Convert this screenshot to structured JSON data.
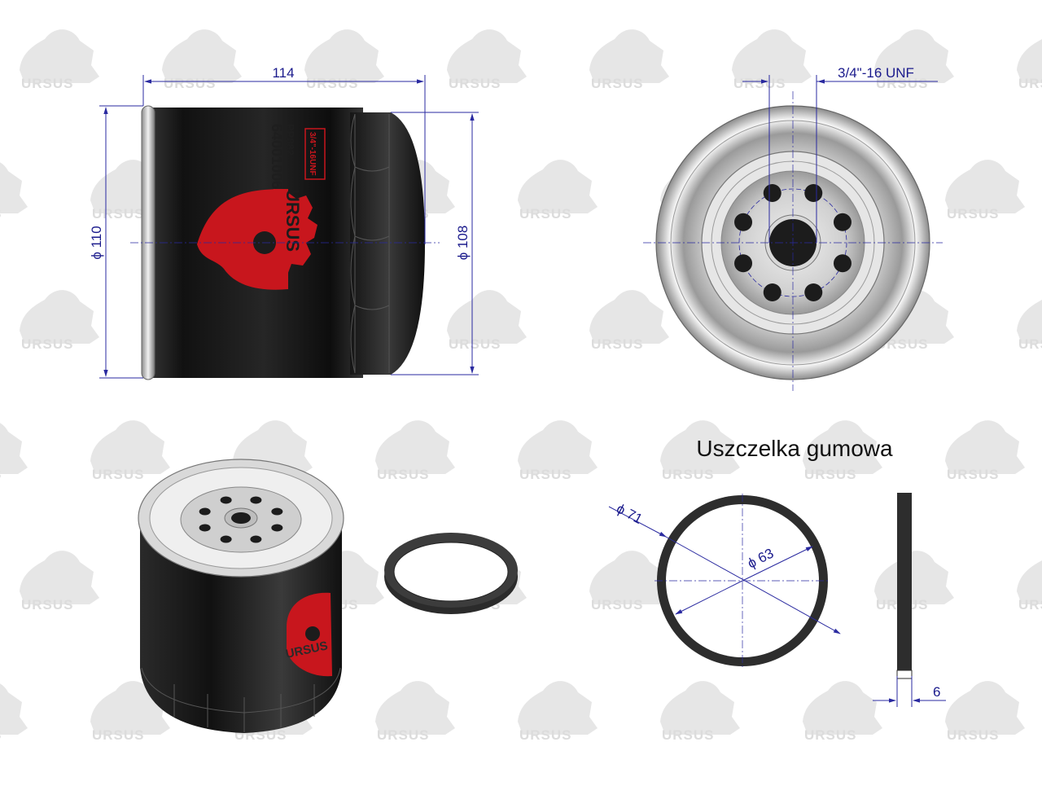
{
  "watermark": {
    "text": "URSUS",
    "color": "#e6e6e6"
  },
  "colors": {
    "dimension": "#2a2aa0",
    "filter_body": "#1c1c1c",
    "logo_red": "#c8161d",
    "metal": "#c8c8c8",
    "gasket": "#2b2b2b"
  },
  "side_view": {
    "label_part_number": "64001006",
    "label_model": "PP882",
    "label_thread_box": "3/4\"-16UNF",
    "label_brand": "URSUS",
    "dim_length": "114",
    "dim_outer_diameter": "ϕ 110",
    "dim_inner_diameter": "ϕ 108"
  },
  "top_view": {
    "dim_thread": "3/4\"-16 UNF",
    "hole_count": 8
  },
  "iso_view": {
    "label_brand": "URSUS"
  },
  "gasket_section": {
    "title": "Uszczelka gumowa",
    "dim_outer": "ϕ 71",
    "dim_inner": "ϕ 63",
    "dim_thickness": "6"
  }
}
